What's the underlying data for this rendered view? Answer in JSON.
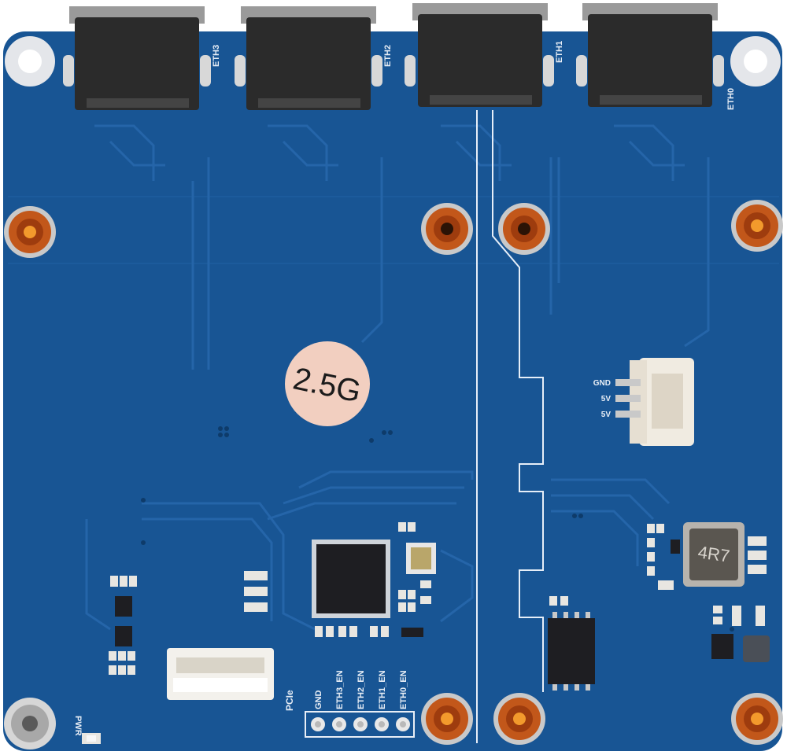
{
  "board": {
    "sticker": "2.5G",
    "inductor_marking": "4R7",
    "pcie_label": "PCIe",
    "pwr_label": "PWR"
  },
  "ports": [
    {
      "label": "ETH3"
    },
    {
      "label": "ETH2"
    },
    {
      "label": "ETH1"
    },
    {
      "label": "ETH0"
    }
  ],
  "fan_header": {
    "pins": [
      "GND",
      "5V",
      "5V"
    ]
  },
  "jumper_header": {
    "pins": [
      "GND",
      "ETH3_EN",
      "ETH2_EN",
      "ETH1_EN",
      "ETH0_EN"
    ]
  },
  "colors": {
    "pcb": "#1a5a9a",
    "pcb_dark": "#134a82",
    "trace": "#2566a8",
    "copper": "#c2571a",
    "sticker": "#f2cfc0",
    "connector": "#2b2b2b",
    "silk": "#e8eef6"
  }
}
